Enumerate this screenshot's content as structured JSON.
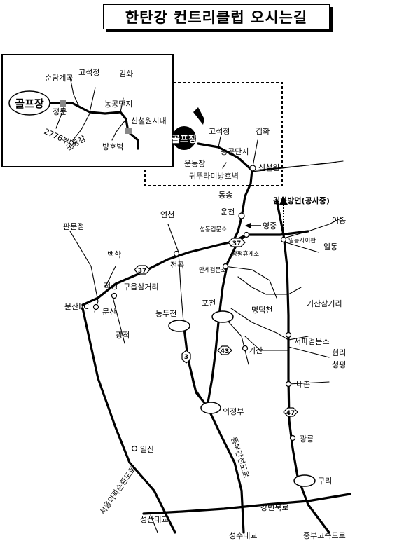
{
  "title": "한탄강 컨트리클럽 오시는길",
  "inset": {
    "golf": "골프장",
    "labels": [
      "순담계곡",
      "고석정",
      "김화",
      "농공단지",
      "정문",
      "2776부대",
      "신철원시내",
      "운동장",
      "방호벽"
    ]
  },
  "main": {
    "golf": "골프장",
    "labels": [
      "고석정",
      "김화",
      "농공단지",
      "운동장",
      "신철원",
      "귀뚜라미방호벽",
      "동송",
      "운천",
      "김화방면(공사중)",
      "이동",
      "성동검문소",
      "영중",
      "일동사이판",
      "일동",
      "판문점",
      "연천",
      "백학",
      "전곡",
      "양평휴게소",
      "만세검문소",
      "적성",
      "구읍삼거리",
      "문산I/C",
      "문산",
      "광적",
      "동두천",
      "포천",
      "명덕천",
      "기산삼거리",
      "서파검문소",
      "기산",
      "현리",
      "청평",
      "내촌",
      "의정부",
      "광릉",
      "일산",
      "동부간선도로",
      "구리",
      "서울외곽순환도로",
      "강변북로",
      "성산대교",
      "성수대교",
      "중부고속도로"
    ]
  },
  "shields": [
    "37",
    "37",
    "3",
    "43",
    "47"
  ],
  "colors": {
    "ink": "#000000",
    "paper": "#ffffff"
  }
}
